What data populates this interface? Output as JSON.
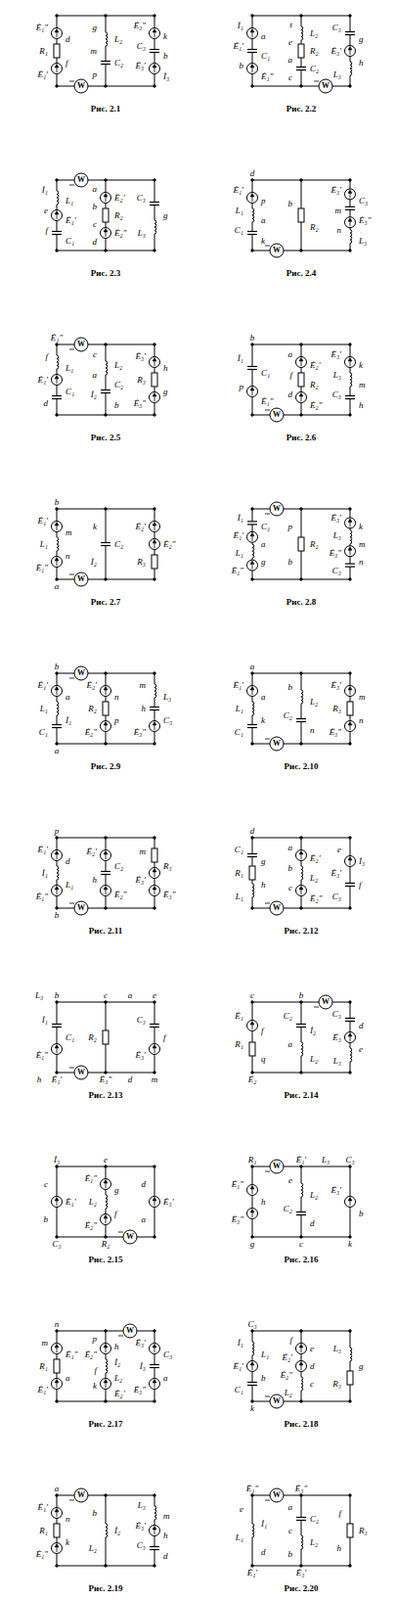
{
  "diagram": {
    "labels": [
      "Ė₁″",
      "d",
      "R₁",
      "f",
      "Ė₁′",
      "g",
      "L₂",
      "m",
      "C₂",
      "p",
      "Ė₃″",
      "k",
      "C₃",
      "b",
      "Ė₃′",
      "İ₃",
      "W",
      "Рис. 2.1",
      "İ₁",
      "a",
      "Ė₁′",
      "C₁",
      "b",
      "Ė₁″",
      "t",
      "L₂",
      "e",
      "R₂",
      "a",
      "C₂",
      "c",
      "C₃",
      "g",
      "Ė₃′",
      "h",
      "L₃",
      "W",
      "Рис. 2.2",
      "İ₁",
      "L₁",
      "e",
      "Ė₁′",
      "f",
      "C₁",
      "a",
      "Ė₂′",
      "b",
      "R₂",
      "c",
      "Ė₂″",
      "d",
      "C₃",
      "g",
      "L₃",
      "W",
      "Рис. 2.3",
      "Ė₁′",
      "p",
      "L₁",
      "a",
      "C₁",
      "k",
      "b",
      "R₂",
      "Ė₃′",
      "C₃",
      "m",
      "Ė₃″",
      "n",
      "L₃",
      "d",
      "W",
      "Рис. 2.4",
      "f",
      "L₁",
      "Ė₁′",
      "C₁",
      "d",
      "c",
      "L₂",
      "a",
      "C₂",
      "İ₂",
      "b",
      "Ė₃′",
      "h",
      "R₃",
      "g",
      "Ė₃″",
      "Ė₁″",
      "W",
      "Рис. 2.5",
      "İ₁",
      "C₁",
      "p",
      "Ė₁″",
      "a",
      "Ė₂′",
      "f",
      "R₂",
      "d",
      "Ė₂″",
      "Ė₃′",
      "k",
      "L₃",
      "m",
      "C₃",
      "h",
      "b",
      "W",
      "Рис. 2.6",
      "Ė₁′",
      "m",
      "L₁",
      "n",
      "Ė₁″",
      "k",
      "C₂",
      "İ₂",
      "Ė₂′",
      "Ė₂″",
      "R₃",
      "b",
      "a",
      "W",
      "Рис. 2.7",
      "İ₁",
      "C₁",
      "Ė₁′",
      "a",
      "L₁",
      "g",
      "Ė₁″",
      "p",
      "R₂",
      "b",
      "Ė₃′",
      "k",
      "L₃",
      "m",
      "Ė₃″",
      "n",
      "C₃",
      "W",
      "Рис. 2.8",
      "Ė₁′",
      "a",
      "L₁",
      "İ₁",
      "C₁",
      "Ė₂′",
      "n",
      "R₂",
      "p",
      "Ė₂″",
      "m",
      "L₃",
      "h",
      "C₃",
      "Ė₃″",
      "b",
      "a",
      "W",
      "Рис. 2.9",
      "Ė₁′",
      "a",
      "L₁",
      "k",
      "C₁",
      "b",
      "L₂",
      "C₂",
      "n",
      "Ė₃′",
      "m",
      "R₃",
      "n",
      "Ė₃″",
      "a",
      "W",
      "Рис. 2.10",
      "Ė₁′",
      "d",
      "İ₁",
      "L₁",
      "Ė₁″",
      "Ė₂′",
      "C₂",
      "h",
      "Ė₂″",
      "m",
      "R₃",
      "Ė₃′",
      "Ė₃″",
      "p",
      "b",
      "W",
      "Рис. 2.11",
      "C₁",
      "g",
      "R₁",
      "h",
      "L₁",
      "a",
      "Ė₂′",
      "b",
      "L₂",
      "c",
      "Ė₂″",
      "e",
      "İ₃",
      "Ė₃′",
      "f",
      "C₃",
      "d",
      "W",
      "Рис. 2.12",
      "İ₁",
      "C₁",
      "Ė₁″",
      "R₂",
      "C₃",
      "f",
      "Ė₃′",
      "b",
      "Ė₁′",
      "c",
      "Ė₃″",
      "e",
      "m",
      "a",
      "d",
      "L₃",
      "h",
      "W",
      "Рис. 2.13",
      "Ė₁",
      "f",
      "R₁",
      "q",
      "C₂",
      "İ₂",
      "a",
      "L₂",
      "C₃",
      "d",
      "Ė₃",
      "e",
      "L₃",
      "c",
      "Ė₂",
      "b",
      "W",
      "Рис. 2.14",
      "c",
      "Ė₁′",
      "b",
      "Ė₁″",
      "g",
      "L₂",
      "f",
      "Ė₂″",
      "d",
      "Ė₃′",
      "a",
      "İ₃",
      "C₃",
      "e",
      "R₂",
      "W",
      "Рис. 2.15",
      "Ė₁″",
      "h",
      "Ė₃″",
      "e",
      "L₂",
      "C₂",
      "d",
      "Ė₃′",
      "b",
      "R₁",
      "g",
      "Ė₁′",
      "c",
      "C₃",
      "k",
      "L₃",
      "W",
      "Рис. 2.16",
      "m",
      "Ė₁″",
      "R₁",
      "a",
      "Ė₁′",
      "p",
      "h",
      "Ė₂″",
      "İ₂",
      "f",
      "L₂",
      "k",
      "Ė₂′",
      "Ė₃′",
      "C₃",
      "İ₃",
      "a",
      "Ė₃″",
      "n",
      "W",
      "Рис. 2.17",
      "İ₁",
      "L₁",
      "Ė₁′",
      "b",
      "C₁",
      "f",
      "e",
      "Ė₂′",
      "d",
      "Ė₂″",
      "c",
      "L₂",
      "L₃",
      "g",
      "R₃",
      "C₃",
      "k",
      "W",
      "Рис. 2.18",
      "Ė₁′",
      "n",
      "R₁",
      "k",
      "Ė₁″",
      "b",
      "İ₂",
      "L₂",
      "L₃",
      "m",
      "Ė₃′",
      "h",
      "C₃",
      "d",
      "a",
      "W",
      "Рис. 2.19",
      "e",
      "İ₁",
      "L₁",
      "d",
      "a",
      "C₂",
      "c",
      "L₂",
      "b",
      "f",
      "R₃",
      "h",
      "Ė₁″",
      "Ė₁′",
      "Ė₃″",
      "Ė₃′",
      "W",
      "Рис. 2.20"
    ]
  }
}
